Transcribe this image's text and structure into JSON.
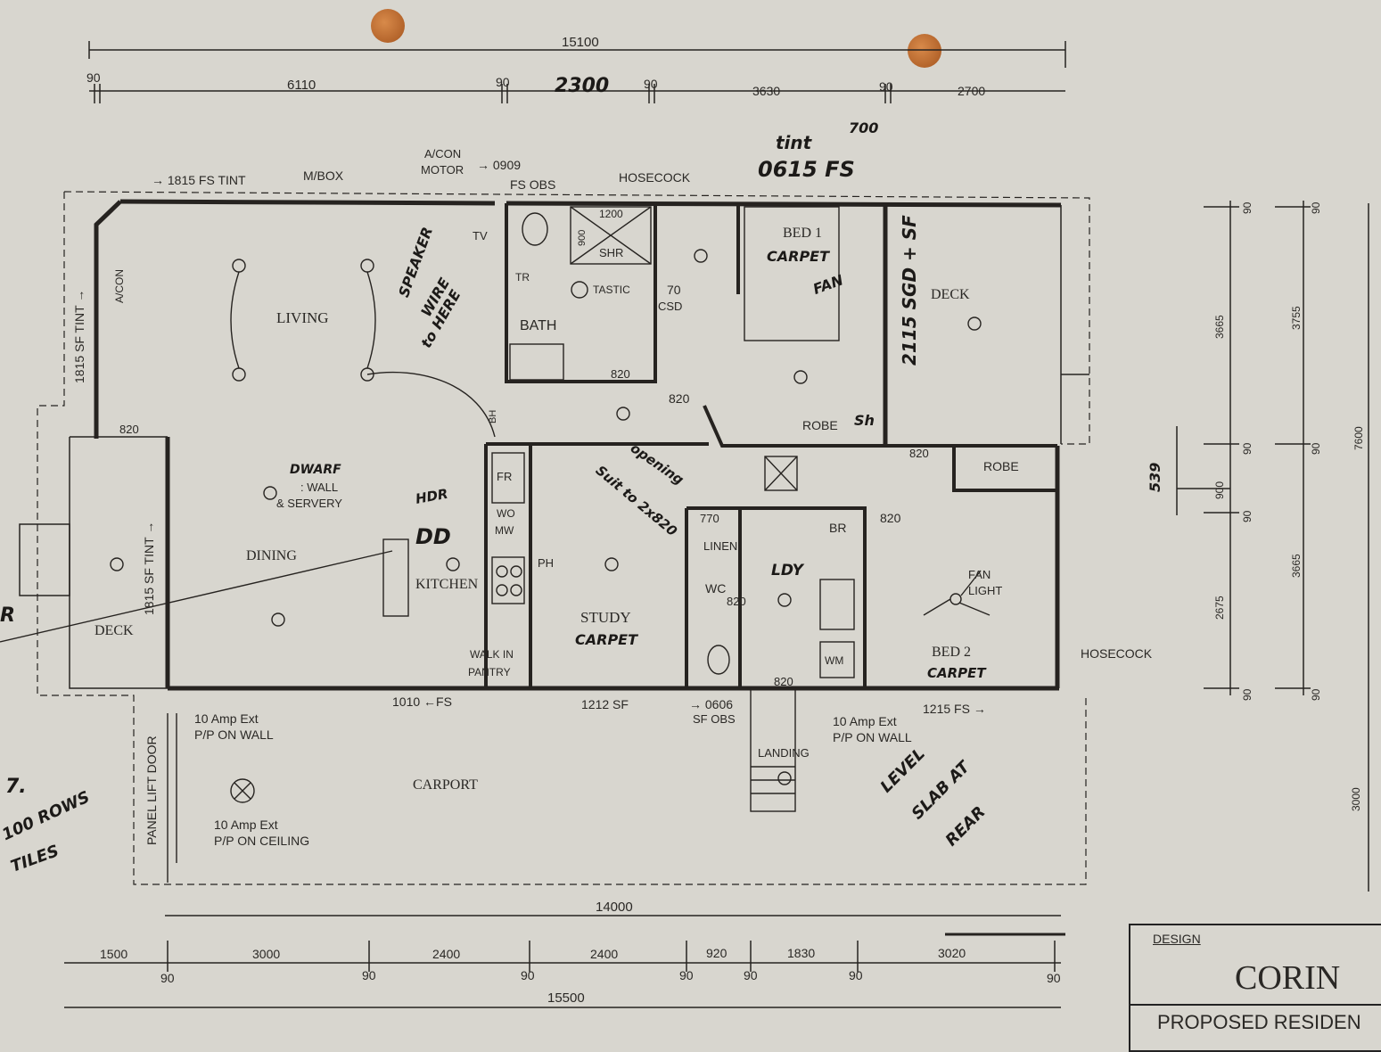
{
  "labels": {
    "dim_total_top": "15100",
    "dim_t_90a": "90",
    "dim_t_6110": "6110",
    "dim_t_90b": "90",
    "dim_t_2300": "2300",
    "dim_t_90c": "90",
    "dim_t_3630": "3630",
    "dim_t_90d": "90",
    "dim_t_2700": "2700",
    "note_tint": "tint",
    "note_700": "700",
    "note_0615": "0615 FS",
    "win_1815_fs": "→ 1815 FS TINT",
    "mbox": "M/BOX",
    "acon_motor1": "A/CON",
    "acon_motor2": "MOTOR",
    "win_0909": "→ 0909",
    "win_0909b": "FS OBS",
    "hosecock_top": "HOSECOCK",
    "win_1815_sf_a": "1815 SF TINT →",
    "acon": "A/CON",
    "living": "LIVING",
    "speaker1": "SPEAKER",
    "speaker2": "WIRE",
    "speaker3": "to HERE",
    "tv": "TV",
    "tr": "TR",
    "d1200": "1200",
    "d900": "900",
    "shr": "SHR",
    "tastic": "TASTIC",
    "csd1": "70",
    "csd2": "CSD",
    "bath": "BATH",
    "bath_820": "820",
    "hall_820": "820",
    "bh": "BH",
    "bed1": "BED 1",
    "bed1_carpet": "CARPET",
    "bed1_fan": "FAN",
    "sgd": "2115 SGD + SF",
    "deck_r": "DECK",
    "robe1": "ROBE",
    "sh": "Sh",
    "dwarf1": "DWARF",
    "dwarf2": ": WALL",
    "dwarf3": "& SERVERY",
    "dining": "DINING",
    "win_1815_sf_b": "1815 SF TINT →",
    "deck_l": "DECK",
    "entry_820": "820",
    "fr": "FR",
    "wo": "WO",
    "mw": "MW",
    "kitchen": "KITCHEN",
    "hdr": "HDR",
    "dd": "DD",
    "pantry1": "WALK IN",
    "pantry2": "PANTRY",
    "ph": "PH",
    "study": "STUDY",
    "study_carpet": "CARPET",
    "opening": "opening",
    "suit": "Suit to 2x820",
    "d770": "770",
    "linen": "LINEN",
    "ldy": "LDY",
    "br": "BR",
    "wc": "WC",
    "wc_820": "820",
    "ldy_820": "820",
    "wm": "WM",
    "robe2": "ROBE",
    "robe2_820": "820",
    "bed2_820": "820",
    "fan_light1": "FAN",
    "fan_light2": "LIGHT",
    "bed2": "BED 2",
    "bed2_carpet": "CARPET",
    "hosecock_r": "HOSECOCK",
    "win_1010": "1010 ←FS",
    "win_1212": "1212 SF",
    "win_0606a": "→ 0606",
    "win_0606b": "SF OBS",
    "win_1215": "1215 FS →",
    "pp1a": "10 Amp Ext",
    "pp1b": "P/P ON WALL",
    "pp2a": "10 Amp Ext",
    "pp2b": "P/P ON WALL",
    "pp3a": "10 Amp Ext",
    "pp3b": "P/P ON CEILING",
    "carport": "CARPORT",
    "panel_door": "PANEL LIFT DOOR",
    "landing": "LANDING",
    "slab1": "LEVEL",
    "slab2": "SLAB AT",
    "slab3": "REAR",
    "dim_14000": "14000",
    "b1500": "1500",
    "b3000": "3000",
    "b2400a": "2400",
    "b2400b": "2400",
    "b920": "920",
    "b1830": "1830",
    "b3020": "3020",
    "b90a": "90",
    "b90b": "90",
    "b90c": "90",
    "b90d": "90",
    "b90e": "90",
    "b90f": "90",
    "b90g": "90",
    "dim_15500": "15500",
    "r1_90a": "90",
    "r1_3665": "3665",
    "r1_90b": "90",
    "r1_900": "900",
    "r1_90c": "90",
    "r1_2675": "2675",
    "r1_90d": "90",
    "r2_90a": "90",
    "r2_3755": "3755",
    "r2_90b": "90",
    "r2_3665": "3665",
    "r2_90c": "90",
    "r2_3000": "3000",
    "r3_7600": "7600",
    "r_539": "539",
    "edge1": "7.",
    "edge2": "100 ROWS",
    "edge3": "TILES",
    "edge4": "R",
    "design": "DESIGN",
    "title": "CORIN",
    "subtitle": "PROPOSED RESIDEN"
  }
}
